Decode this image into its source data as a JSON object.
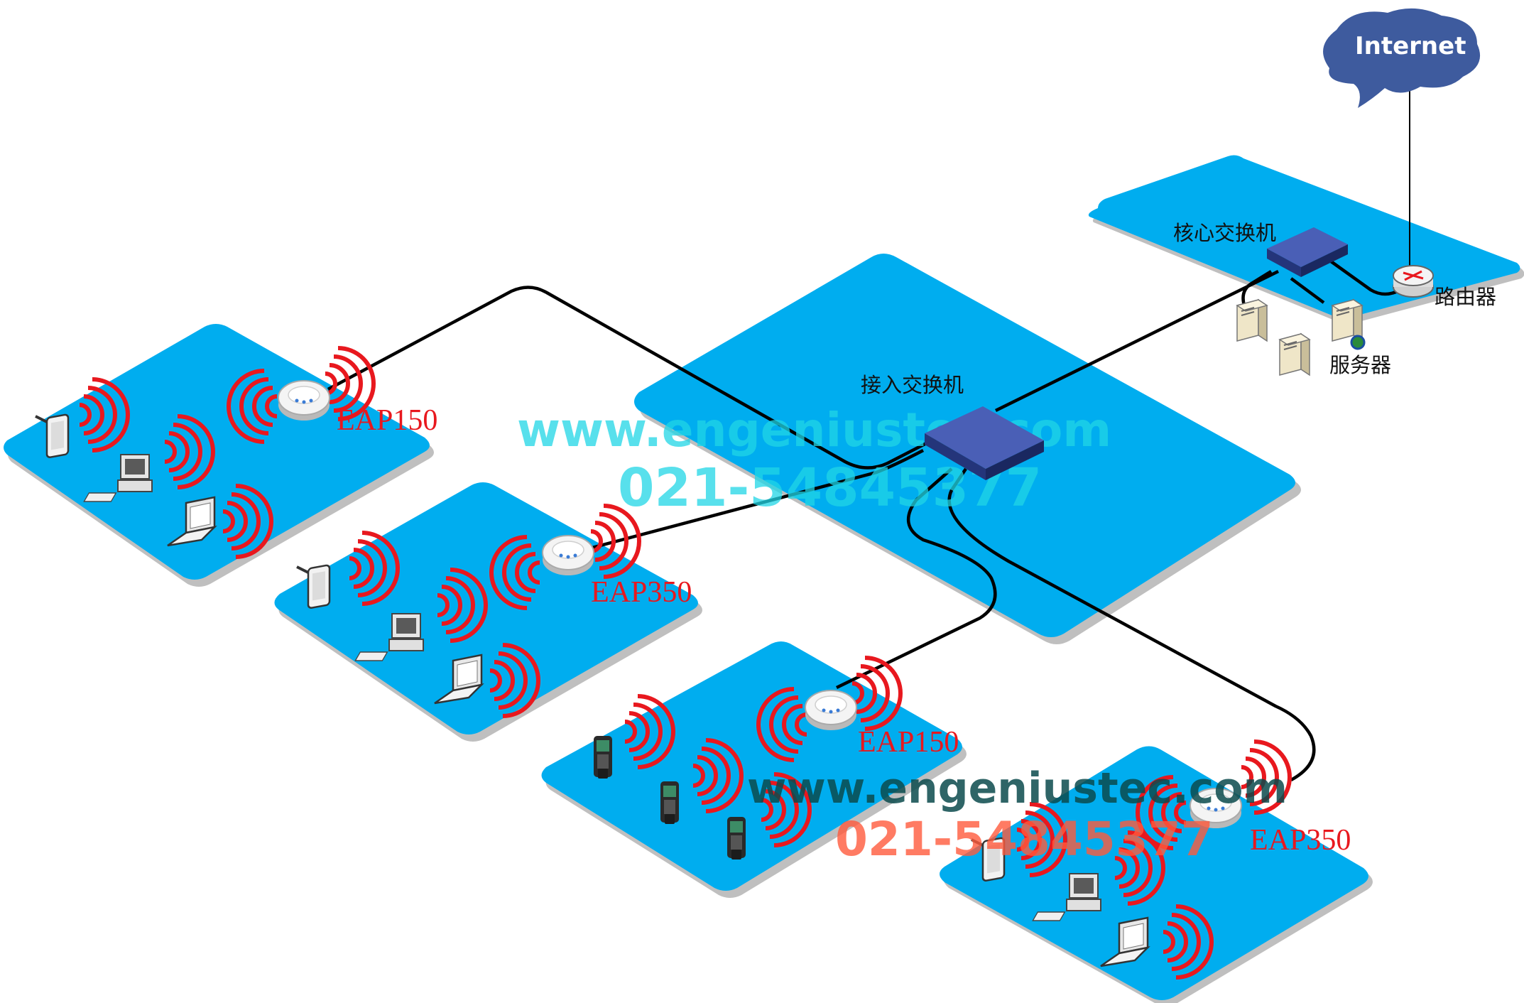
{
  "labels": {
    "internet": "Internet",
    "core_switch": "核心交换机",
    "router": "路由器",
    "servers": "服务器",
    "access_switch": "接入交换机"
  },
  "access_points": {
    "ap1": "EAP150",
    "ap2": "EAP350",
    "ap3": "EAP150",
    "ap4": "EAP350"
  },
  "watermarks": {
    "site_upper": "www.engeniustec.com",
    "phone_upper": "021-54845377",
    "site_lower": "www.engeniustec.com",
    "phone_lower": "021-54845377"
  },
  "colors": {
    "platform": "#00adef",
    "platform_shadow": "#8a8a8a",
    "cloud": "#3e5b9e",
    "cable": "#000000",
    "ap_label": "#e8181e",
    "signal": "#e8181e",
    "switch": "#2d3f8f"
  }
}
